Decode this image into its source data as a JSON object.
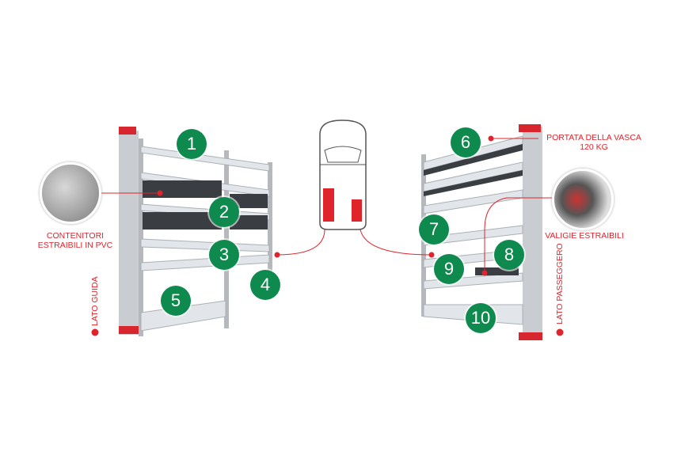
{
  "badges": [
    "1",
    "2",
    "3",
    "4",
    "5",
    "6",
    "7",
    "8",
    "9",
    "10"
  ],
  "callouts": {
    "pvc_containers": {
      "line1": "CONTENITORI",
      "line2": "ESTRAIBILI IN PVC"
    },
    "suitcases": "VALIGIE ESTRAIBILI",
    "tank_capacity": {
      "line1": "PORTATA DELLA VASCA",
      "line2": "120 KG"
    }
  },
  "sides": {
    "driver": "LATO GUIDA",
    "passenger": "LATO PASSEGGERO"
  },
  "colors": {
    "accent": "#e0242c",
    "badge": "#0f8a4e"
  }
}
